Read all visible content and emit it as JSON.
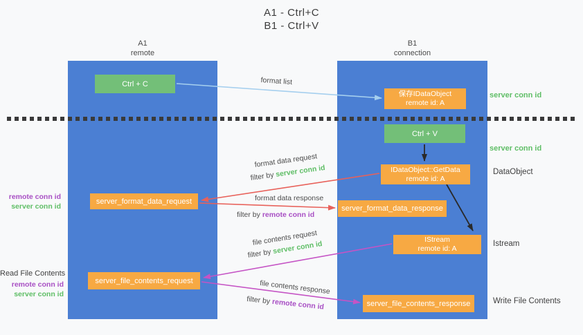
{
  "title": {
    "line1": "A1 - Ctrl+C",
    "line2": "B1 - Ctrl+V"
  },
  "columns": {
    "left": {
      "name": "A1",
      "subtitle": "remote"
    },
    "right": {
      "name": "B1",
      "subtitle": "connection"
    }
  },
  "nodes": {
    "ctrl_c": {
      "label": "Ctrl + C"
    },
    "save_dataobject": {
      "line1": "保存IDataObject",
      "line2": "remote id: A"
    },
    "ctrl_v": {
      "label": "Ctrl + V"
    },
    "getdata": {
      "line1": "IDataObject::GetData",
      "line2": "remote id: A"
    },
    "format_request": {
      "label": "server_format_data_request"
    },
    "format_response": {
      "label": "server_format_data_response"
    },
    "istream": {
      "line1": "IStream",
      "line2": "remote id: A"
    },
    "file_request": {
      "label": "server_file_contents_request"
    },
    "file_response": {
      "label": "server_file_contents_response"
    }
  },
  "annotations": {
    "server_conn_top": "server conn id",
    "server_conn_mid": "server conn id",
    "dataobject": "DataObject",
    "istream": "Istream",
    "write_file_contents": "Write File Contents",
    "read_file_contents": "Read File Contents",
    "pair1": {
      "remote": "remote conn id",
      "server": "server conn id"
    },
    "pair2": {
      "remote": "remote conn id",
      "server": "server conn id"
    }
  },
  "edges": {
    "format_list": {
      "label": "format list"
    },
    "format_request": {
      "label": "format data request",
      "filter_prefix": "filter by",
      "filter_key": "server conn id"
    },
    "format_response": {
      "label": "format data response",
      "filter_prefix": "filter by",
      "filter_key": "remote conn id"
    },
    "file_request": {
      "label": "file contents request",
      "filter_prefix": "filter by",
      "filter_key": "server conn id"
    },
    "file_response": {
      "label": "file contents response",
      "filter_prefix": "filter by",
      "filter_key": "remote conn id"
    }
  },
  "colors": {
    "background": "#f8f9fa",
    "column_blue": "#4b7fd3",
    "box_orange": "#f7a943",
    "box_green": "#73bf78",
    "arrow_red": "#e8615a",
    "arrow_magenta": "#c554c5",
    "arrow_light_blue": "#a5cfee",
    "arrow_black": "#2a2a2a",
    "label_green": "#5fbe66",
    "label_purple": "#a84fc4"
  }
}
